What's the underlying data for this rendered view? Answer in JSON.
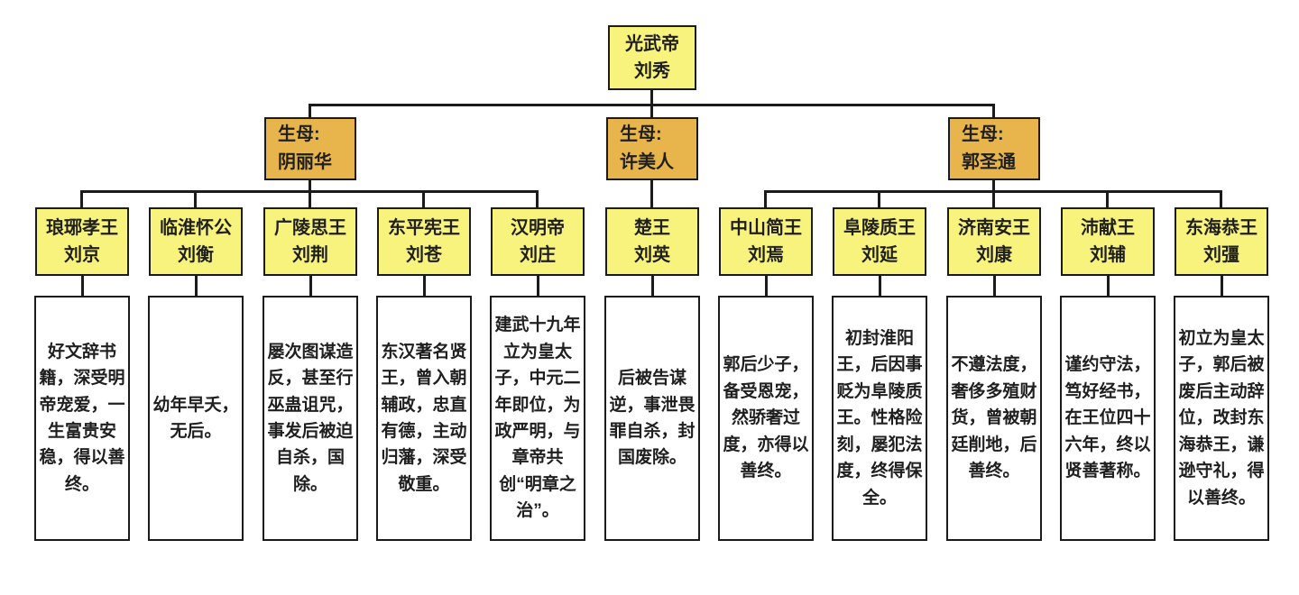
{
  "root": {
    "line1": "光武帝",
    "line2": "刘秀"
  },
  "groups": [
    {
      "mother": {
        "line1": "生母:",
        "line2": "阴丽华"
      },
      "children": [
        {
          "title": "琅琊孝王",
          "name": "刘京",
          "desc": "好文辞书籍，深受明帝宠爱，一生富贵安稳，得以善终。"
        },
        {
          "title": "临淮怀公",
          "name": "刘衡",
          "desc": "幼年早夭，无后。"
        },
        {
          "title": "广陵思王",
          "name": "刘荆",
          "desc": "屡次图谋造反，甚至行巫蛊诅咒，事发后被迫自杀，国除。"
        },
        {
          "title": "东平宪王",
          "name": "刘苍",
          "desc": "东汉著名贤王，曾入朝辅政，忠直有德，主动归藩，深受敬重。"
        },
        {
          "title": "汉明帝",
          "name": "刘庄",
          "desc": "建武十九年立为皇太子，中元二年即位，为政严明，与章帝共创“明章之治”。"
        }
      ]
    },
    {
      "mother": {
        "line1": "生母:",
        "line2": "许美人"
      },
      "children": [
        {
          "title": "楚王",
          "name": "刘英",
          "desc": "后被告谋逆，事泄畏罪自杀，封国废除。"
        }
      ]
    },
    {
      "mother": {
        "line1": "生母:",
        "line2": "郭圣通"
      },
      "children": [
        {
          "title": "中山简王",
          "name": "刘焉",
          "desc": "郭后少子，备受恩宠，然骄奢过度，亦得以善终。"
        },
        {
          "title": "阜陵质王",
          "name": "刘延",
          "desc": "初封淮阳王，后因事贬为阜陵质王。性格险刻，屡犯法度，终得保全。"
        },
        {
          "title": "济南安王",
          "name": "刘康",
          "desc": "不遵法度，奢侈多殖财货，曾被朝廷削地，后善终。"
        },
        {
          "title": "沛献王",
          "name": "刘辅",
          "desc": "谨约守法，笃好经书，在王位四十六年，终以贤善著称。"
        },
        {
          "title": "东海恭王",
          "name": "刘彊",
          "desc": "初立为皇太子，郭后被废后主动辞位，改封东海恭王，谦逊守礼，得以善终。"
        }
      ]
    }
  ],
  "colors": {
    "son_box_fill": "#f7f37d",
    "mother_box_fill": "#e7b54c",
    "border": "#1b1b1b",
    "line": "#1b1b1b",
    "background": "#ffffff",
    "text": "#1f1f1f"
  }
}
